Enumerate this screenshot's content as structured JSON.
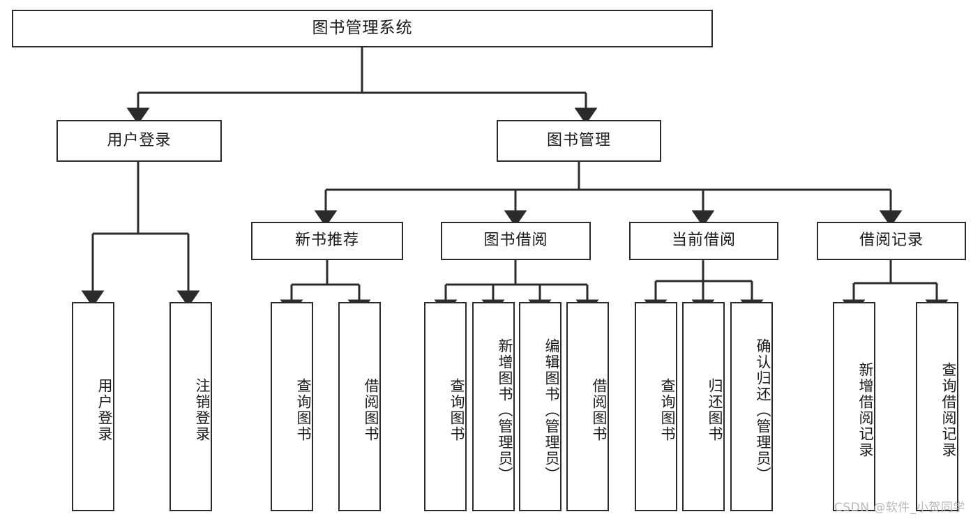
{
  "diagram": {
    "type": "tree-hierarchy",
    "title": "图书管理系统",
    "orientation": "top-down",
    "edge_color": "#2b2b2b",
    "box_border_color": "#2b2b2b",
    "box_fill_color": "#ffffff",
    "text_color": "#1a1a1a"
  },
  "nodes": {
    "root": {
      "label": "图书管理系统"
    },
    "level2": [
      {
        "label": "用户登录"
      },
      {
        "label": "图书管理"
      }
    ],
    "level3": [
      {
        "label": "新书推荐"
      },
      {
        "label": "图书借阅"
      },
      {
        "label": "当前借阅"
      },
      {
        "label": "借阅记录"
      }
    ],
    "leaves_user_login": [
      {
        "label": "用户登录"
      },
      {
        "label": "注销登录"
      }
    ],
    "leaves_new_book": [
      {
        "label": "查询图书"
      },
      {
        "label": "借阅图书"
      }
    ],
    "leaves_borrow": [
      {
        "label": "查询图书"
      },
      {
        "label": "新增图书（管理员）"
      },
      {
        "label": "编辑图书（管理员）"
      },
      {
        "label": "借阅图书"
      }
    ],
    "leaves_current": [
      {
        "label": "查询图书"
      },
      {
        "label": "归还图书"
      },
      {
        "label": "确认归还（管理员）"
      }
    ],
    "leaves_records": [
      {
        "label": "新增借阅记录"
      },
      {
        "label": "查询借阅记录"
      }
    ]
  },
  "watermark": {
    "text": "CSDN @软件_小贺同学",
    "color": "#b9b9b9"
  }
}
